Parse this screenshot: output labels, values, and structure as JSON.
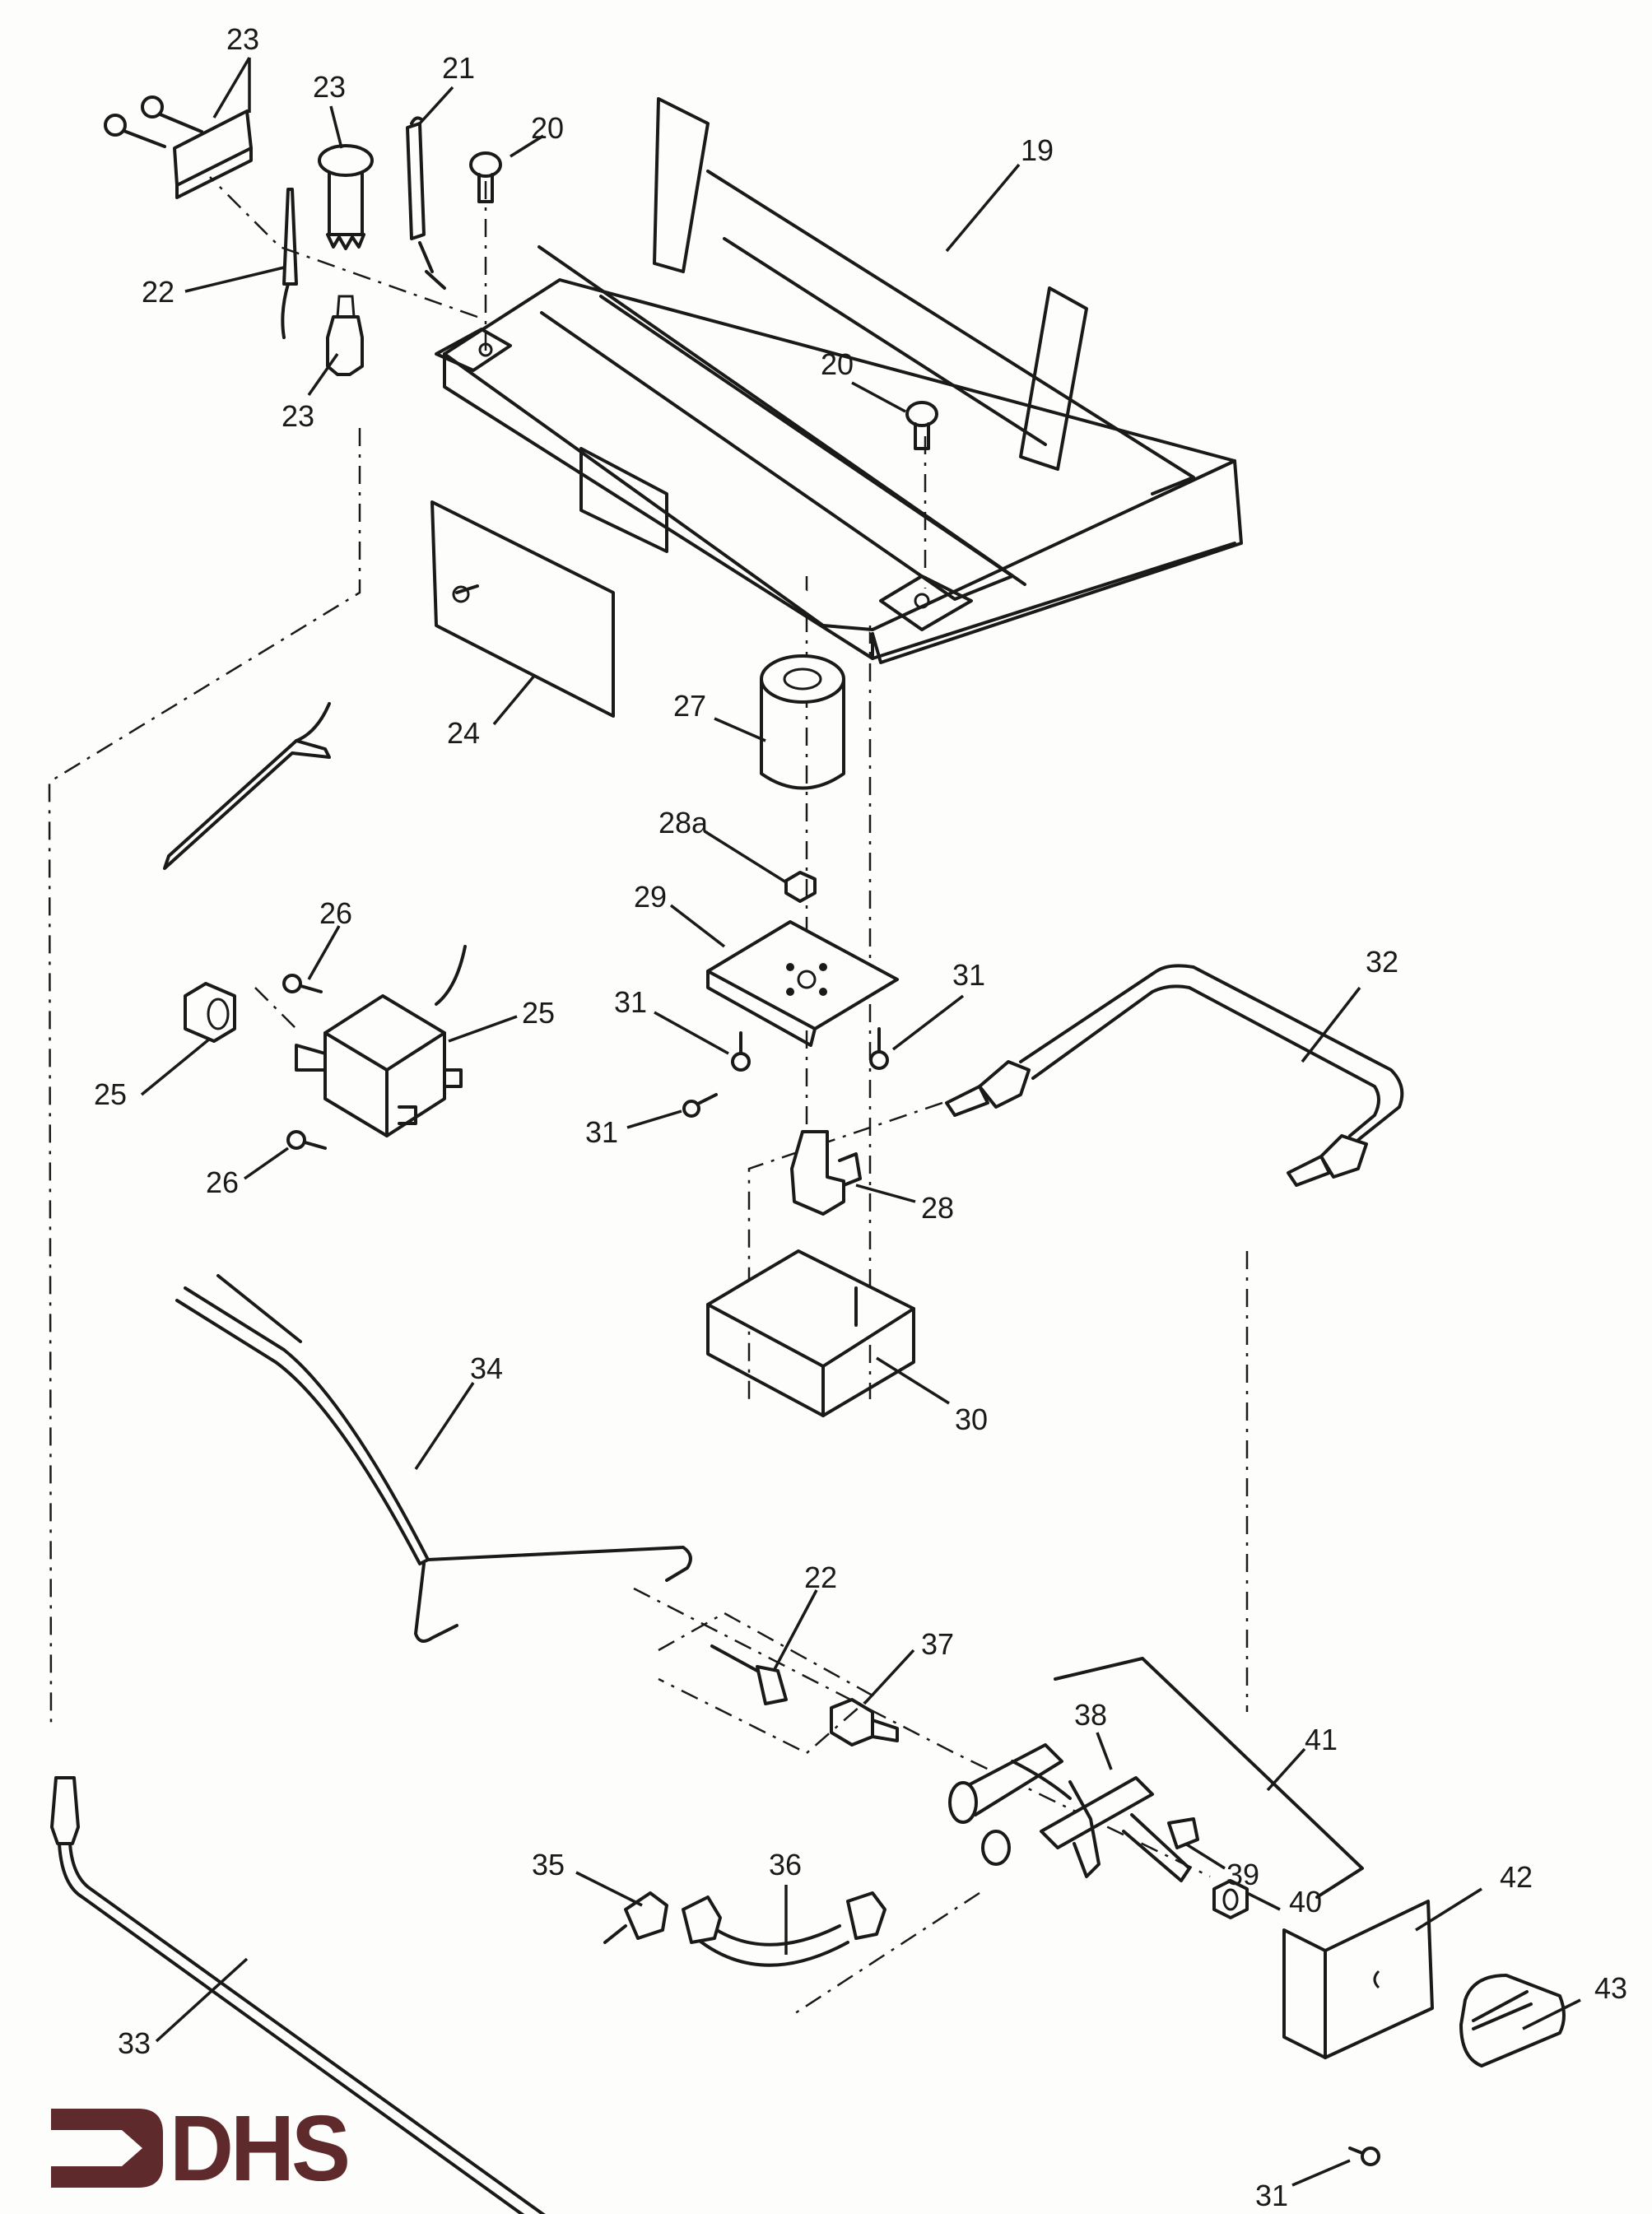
{
  "diagram": {
    "type": "exploded parts diagram",
    "brand_logo": {
      "text": "DHS",
      "color": "#5e2a2c",
      "icon": "arrow-into-bracket-icon"
    },
    "line_color": "#1a1a1a",
    "background": "#fdfdfb",
    "callouts": [
      {
        "id": "c1",
        "label": "23"
      },
      {
        "id": "c2",
        "label": "23"
      },
      {
        "id": "c3",
        "label": "21"
      },
      {
        "id": "c4",
        "label": "20"
      },
      {
        "id": "c5",
        "label": "22"
      },
      {
        "id": "c6",
        "label": "23"
      },
      {
        "id": "c7",
        "label": "19"
      },
      {
        "id": "c8",
        "label": "20"
      },
      {
        "id": "c9",
        "label": "24"
      },
      {
        "id": "c10",
        "label": "27"
      },
      {
        "id": "c11",
        "label": "28a"
      },
      {
        "id": "c12",
        "label": "29"
      },
      {
        "id": "c13",
        "label": "26"
      },
      {
        "id": "c14",
        "label": "25"
      },
      {
        "id": "c15",
        "label": "25"
      },
      {
        "id": "c16",
        "label": "31"
      },
      {
        "id": "c17",
        "label": "31"
      },
      {
        "id": "c18",
        "label": "31"
      },
      {
        "id": "c19",
        "label": "26"
      },
      {
        "id": "c20",
        "label": "32"
      },
      {
        "id": "c21",
        "label": "28"
      },
      {
        "id": "c22",
        "label": "30"
      },
      {
        "id": "c23",
        "label": "34"
      },
      {
        "id": "c24",
        "label": "22"
      },
      {
        "id": "c25",
        "label": "37"
      },
      {
        "id": "c26",
        "label": "38"
      },
      {
        "id": "c27",
        "label": "41"
      },
      {
        "id": "c28",
        "label": "35"
      },
      {
        "id": "c29",
        "label": "36"
      },
      {
        "id": "c30",
        "label": "39"
      },
      {
        "id": "c31",
        "label": "40"
      },
      {
        "id": "c32",
        "label": "42"
      },
      {
        "id": "c33",
        "label": "43"
      },
      {
        "id": "c34",
        "label": "33"
      },
      {
        "id": "c35",
        "label": "31"
      }
    ],
    "parts": [
      {
        "number": "19",
        "name": "burner-tray"
      },
      {
        "number": "20",
        "name": "screw"
      },
      {
        "number": "21",
        "name": "igniter-electrode"
      },
      {
        "number": "22",
        "name": "thermocouple"
      },
      {
        "number": "23",
        "name": "pilot-assembly"
      },
      {
        "number": "24",
        "name": "cover-plate"
      },
      {
        "number": "25",
        "name": "piezo-igniter"
      },
      {
        "number": "26",
        "name": "screw"
      },
      {
        "number": "27",
        "name": "orifice-holder"
      },
      {
        "number": "28",
        "name": "elbow-fitting"
      },
      {
        "number": "28a",
        "name": "nut"
      },
      {
        "number": "29",
        "name": "mounting-bracket"
      },
      {
        "number": "30",
        "name": "bracket-box"
      },
      {
        "number": "31",
        "name": "screw"
      },
      {
        "number": "32",
        "name": "gas-tube"
      },
      {
        "number": "33",
        "name": "pilot-tube"
      },
      {
        "number": "34",
        "name": "wire-harness"
      },
      {
        "number": "35",
        "name": "fitting"
      },
      {
        "number": "36",
        "name": "flex-connector"
      },
      {
        "number": "37",
        "name": "adapter-fitting"
      },
      {
        "number": "38",
        "name": "gas-valve"
      },
      {
        "number": "39",
        "name": "valve-stem"
      },
      {
        "number": "40",
        "name": "lock-nut"
      },
      {
        "number": "41",
        "name": "valve-assembly"
      },
      {
        "number": "42",
        "name": "control-bracket"
      },
      {
        "number": "43",
        "name": "control-knob"
      }
    ]
  }
}
